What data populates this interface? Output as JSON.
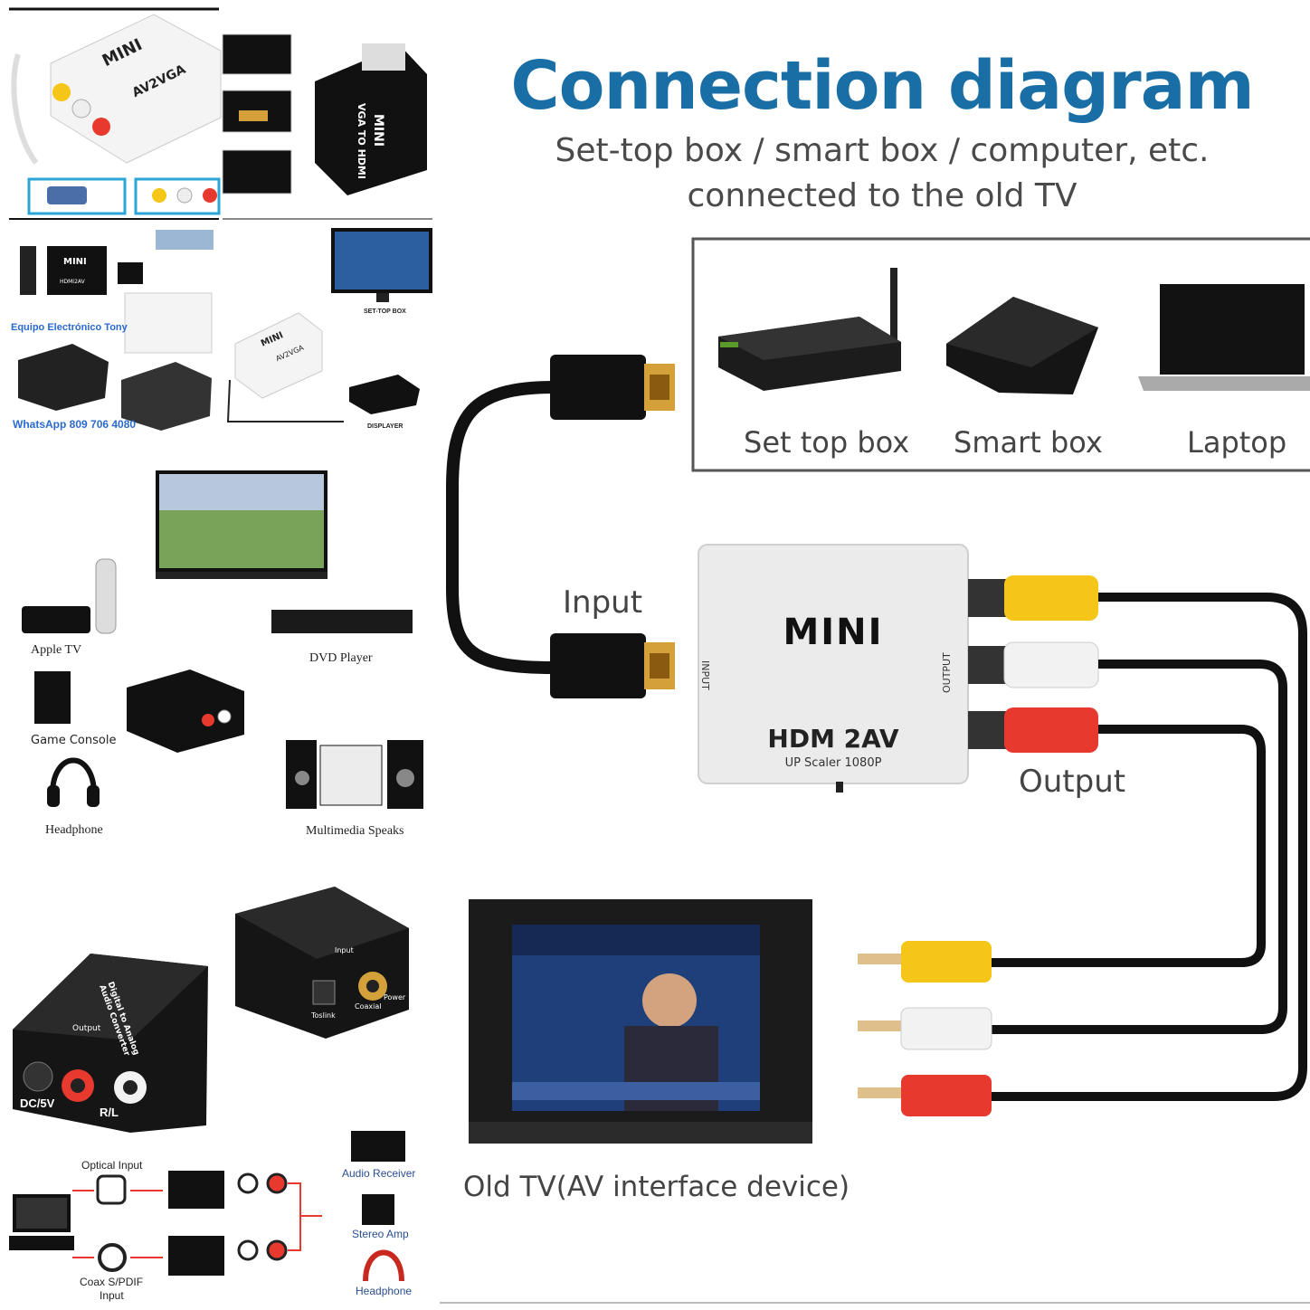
{
  "connection": {
    "title": "Connection diagram",
    "subtitle_line1": "Set-top box / smart box / computer, etc.",
    "subtitle_line2": "connected to the old TV",
    "sources": [
      "Set top box",
      "Smart box",
      "Laptop"
    ],
    "input_label": "Input",
    "output_label": "Output",
    "adapter": {
      "brand": "MINI",
      "model": "HDM 2AV",
      "sub": "UP Scaler 1080P",
      "side_input": "INPUT",
      "side_output": "OUTPUT"
    },
    "tv_label": "Old TV(AV interface device)",
    "colors": {
      "title": "#1a6ea6",
      "yellow": "#f5c518",
      "white": "#f2f2f2",
      "red": "#e8392f"
    }
  },
  "panel_av2vga": {
    "adapter1_brand": "MINI",
    "adapter1_model": "AV2VGA",
    "adapter2_brand": "MINI",
    "adapter2_model": "VGA TO HDMI"
  },
  "panel_hdmi2av": {
    "shop_name": "Equipo Electrónico Tony",
    "whatsapp": "WhatsApp 809 706 4080",
    "box_brand": "MINI",
    "box_model": "HDMI2AV",
    "av2vga_brand": "MINI",
    "av2vga_model": "AV2VGA",
    "settop_label": "SET-TOP BOX",
    "displayer_label": "DISPLAYER"
  },
  "panel_audio": {
    "devices": [
      "Apple TV",
      "DVD Player",
      "Game Console",
      "Headphone",
      "Multimedia Speaks"
    ]
  },
  "panel_converter": {
    "dc_label": "DC/5V",
    "rl_label": "R/L",
    "output_label": "Output",
    "input_label": "Input",
    "title_label": "Digital to Analog Audio Converter",
    "toslink_label": "Toslink",
    "coaxial_label": "Coaxial",
    "power_label": "Power"
  },
  "panel_flow": {
    "optical_input": "Optical Input",
    "coax_line1": "Coax S/PDIF",
    "coax_line2": "Input",
    "outputs": [
      "Audio Receiver",
      "Stereo Amp",
      "Headphone"
    ]
  }
}
